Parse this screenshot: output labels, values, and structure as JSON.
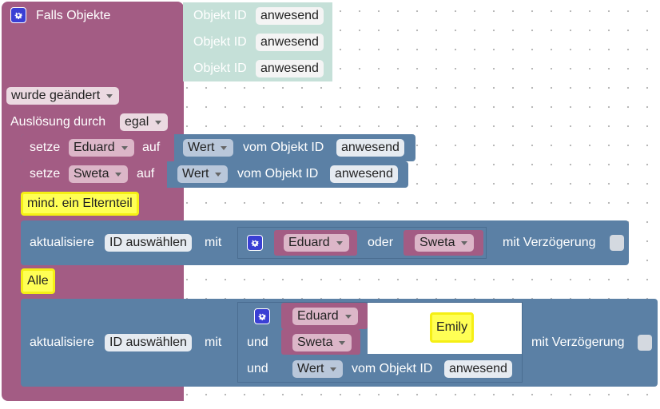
{
  "trigger": {
    "title": "Falls Objekte",
    "objects": [
      {
        "label": "Objekt ID",
        "value": "anwesend"
      },
      {
        "label": "Objekt ID",
        "value": "anwesend"
      },
      {
        "label": "Objekt ID",
        "value": "anwesend"
      }
    ],
    "change_mode": "wurde geändert",
    "trigger_by_label": "Auslösung durch",
    "trigger_by_value": "egal"
  },
  "set_statements": [
    {
      "set_label": "setze",
      "variable": "Eduard",
      "to_label": "auf",
      "attribute": "Wert",
      "of_label": "vom Objekt ID",
      "object": "anwesend"
    },
    {
      "set_label": "setze",
      "variable": "Sweta",
      "to_label": "auf",
      "attribute": "Wert",
      "of_label": "vom Objekt ID",
      "object": "anwesend"
    }
  ],
  "comment_1": "mind. ein Elternteil",
  "update_1": {
    "label": "aktualisiere",
    "id_select": "ID auswählen",
    "with_label": "mit",
    "var_a": "Eduard",
    "or_label": "oder",
    "var_b": "Sweta",
    "delay_label": "mit Verzögerung"
  },
  "comment_2": "Alle",
  "update_2": {
    "label": "aktualisiere",
    "id_select": "ID auswählen",
    "with_label": "mit",
    "var_a": "Eduard",
    "and_label_1": "und",
    "var_b": "Sweta",
    "comment_emily": "Emily",
    "and_label_2": "und",
    "attribute": "Wert",
    "of_label": "vom Objekt ID",
    "object": "anwesend",
    "delay_label": "mit Verzögerung"
  }
}
